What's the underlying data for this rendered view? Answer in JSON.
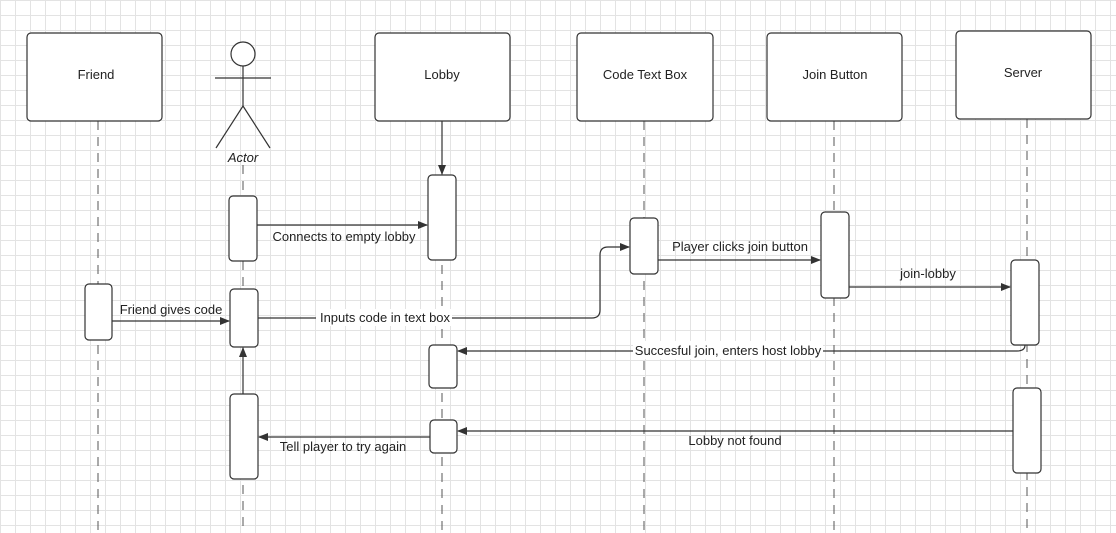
{
  "participants": [
    {
      "id": "friend",
      "label": "Friend",
      "kind": "box"
    },
    {
      "id": "actor",
      "label": "Actor",
      "kind": "actor"
    },
    {
      "id": "lobby",
      "label": "Lobby",
      "kind": "box"
    },
    {
      "id": "codebox",
      "label": "Code Text Box",
      "kind": "box"
    },
    {
      "id": "joinbtn",
      "label": "Join Button",
      "kind": "box"
    },
    {
      "id": "server",
      "label": "Server",
      "kind": "box"
    }
  ],
  "messages": [
    {
      "id": "m1",
      "label": "Connects to empty lobby"
    },
    {
      "id": "m2",
      "label": "Friend gives code"
    },
    {
      "id": "m3",
      "label": "Inputs code in text box"
    },
    {
      "id": "m4",
      "label": "Player clicks join button"
    },
    {
      "id": "m5",
      "label": "join-lobby"
    },
    {
      "id": "m6",
      "label": "Succesful join, enters host lobby"
    },
    {
      "id": "m7",
      "label": "Lobby not found"
    },
    {
      "id": "m8",
      "label": "Tell player to try again"
    }
  ],
  "colors": {
    "line": "#333333",
    "box_fill": "#ffffff",
    "grid": "#e3e3e3"
  }
}
